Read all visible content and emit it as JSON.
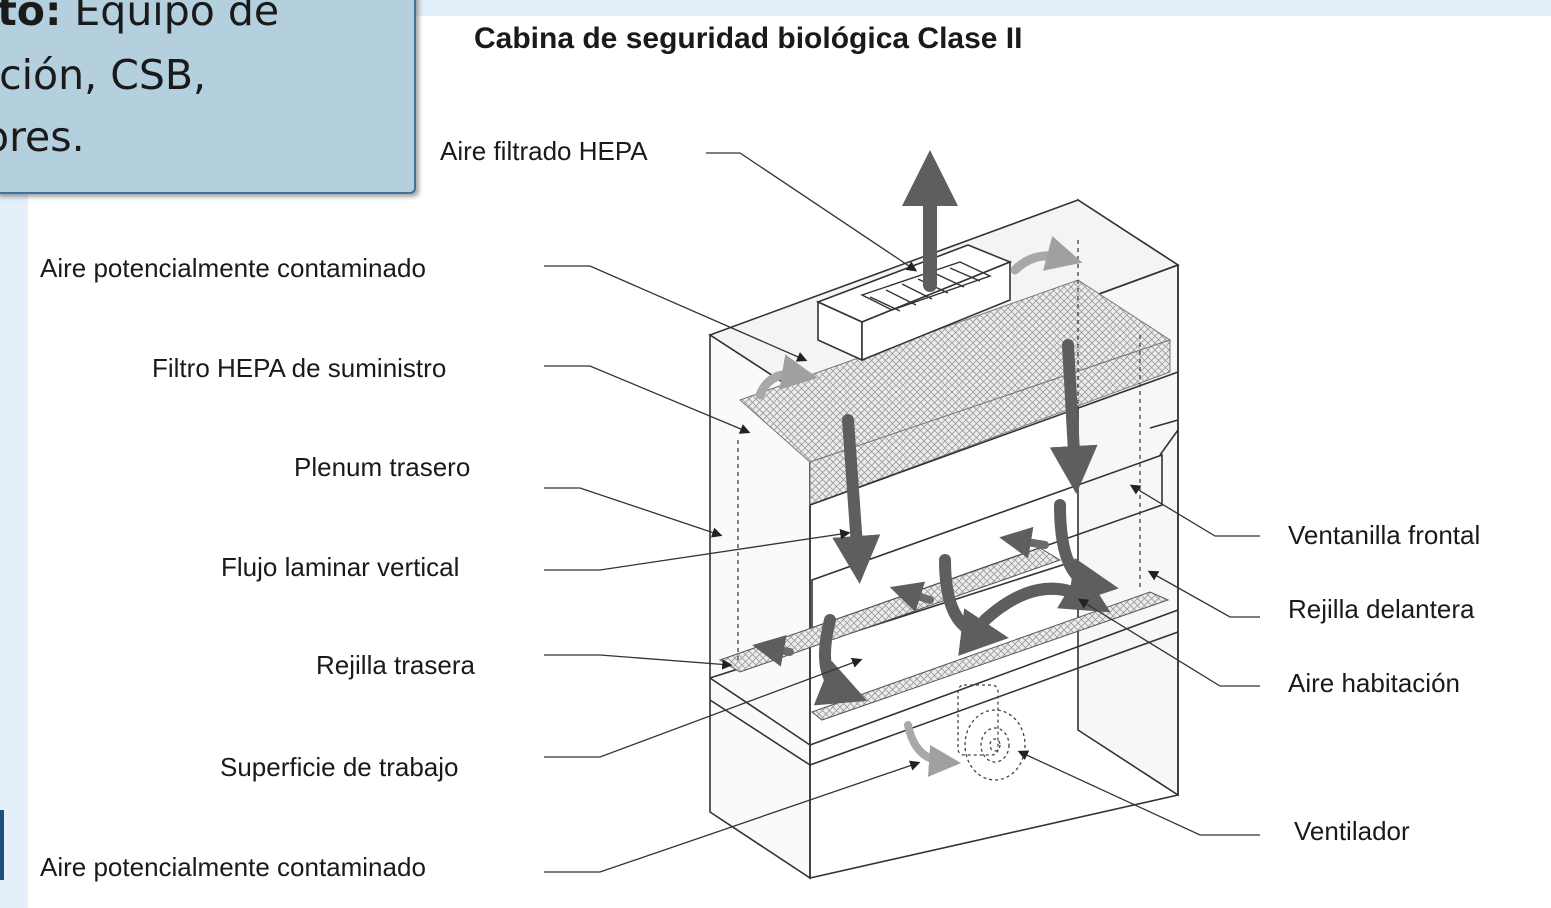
{
  "callout": {
    "line1_bold": "nto:",
    "line1_rest": " Equipo de",
    "line2": "ación, CSB,",
    "line3": "ores."
  },
  "diagram": {
    "title": "Cabina de seguridad biológica Clase II",
    "labels": {
      "hepa_out": "Aire filtrado HEPA",
      "contaminated_top": "Aire potencialmente contaminado",
      "supply_filter": "Filtro HEPA de suministro",
      "rear_plenum": "Plenum trasero",
      "laminar_flow": "Flujo laminar vertical",
      "rear_grille": "Rejilla trasera",
      "work_surface": "Superficie de trabajo",
      "contaminated_bottom": "Aire potencialmente contaminado",
      "front_window": "Ventanilla frontal",
      "front_grille": "Rejilla delantera",
      "room_air": "Aire habitación",
      "fan": "Ventilador"
    }
  },
  "colors": {
    "callout_fill": "#b4cfde",
    "callout_border": "#41719c",
    "line": "#333333",
    "arrow": "#6b6b6b",
    "light_arrow": "#a8a8a8"
  }
}
